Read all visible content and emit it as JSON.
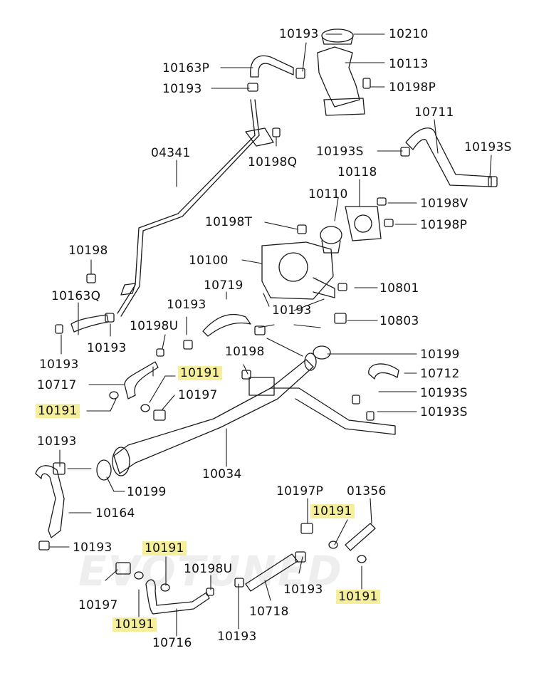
{
  "labels": {
    "p10193_a": "10193",
    "p10210": "10210",
    "p10163P": "10163P",
    "p10113": "10113",
    "p10193_b": "10193",
    "p10198P_a": "10198P",
    "p10711": "10711",
    "p04341": "04341",
    "p10198Q": "10198Q",
    "p10193S_a": "10193S",
    "p10193S_b": "10193S",
    "p10118": "10118",
    "p10110": "10110",
    "p10198V": "10198V",
    "p10198T": "10198T",
    "p10198P_b": "10198P",
    "p10198_a": "10198",
    "p10100": "10100",
    "p10719": "10719",
    "p10801": "10801",
    "p10163Q": "10163Q",
    "p10193_c": "10193",
    "p10193_d": "10193",
    "p10803": "10803",
    "p10198U_a": "10198U",
    "p10193_e": "10193",
    "p10193_f": "10193",
    "p10198_b": "10198",
    "p10199_a": "10199",
    "p10191_a": "10191",
    "p10712": "10712",
    "p10717": "10717",
    "p10197_a": "10197",
    "p10193S_c": "10193S",
    "p10191_b": "10191",
    "p10193S_d": "10193S",
    "p10193_g": "10193",
    "p10034": "10034",
    "p10199_b": "10199",
    "p10197P": "10197P",
    "p01356": "01356",
    "p10164": "10164",
    "p10191_c": "10191",
    "p10193_h": "10193",
    "p10191_d": "10191",
    "p10198U_b": "10198U",
    "p10197_b": "10197",
    "p10193_i": "10193",
    "p10191_e": "10191",
    "p10718": "10718",
    "p10191_f": "10191",
    "p10716": "10716",
    "p10193_j": "10193"
  },
  "highlight_color": "#f5ef9c"
}
